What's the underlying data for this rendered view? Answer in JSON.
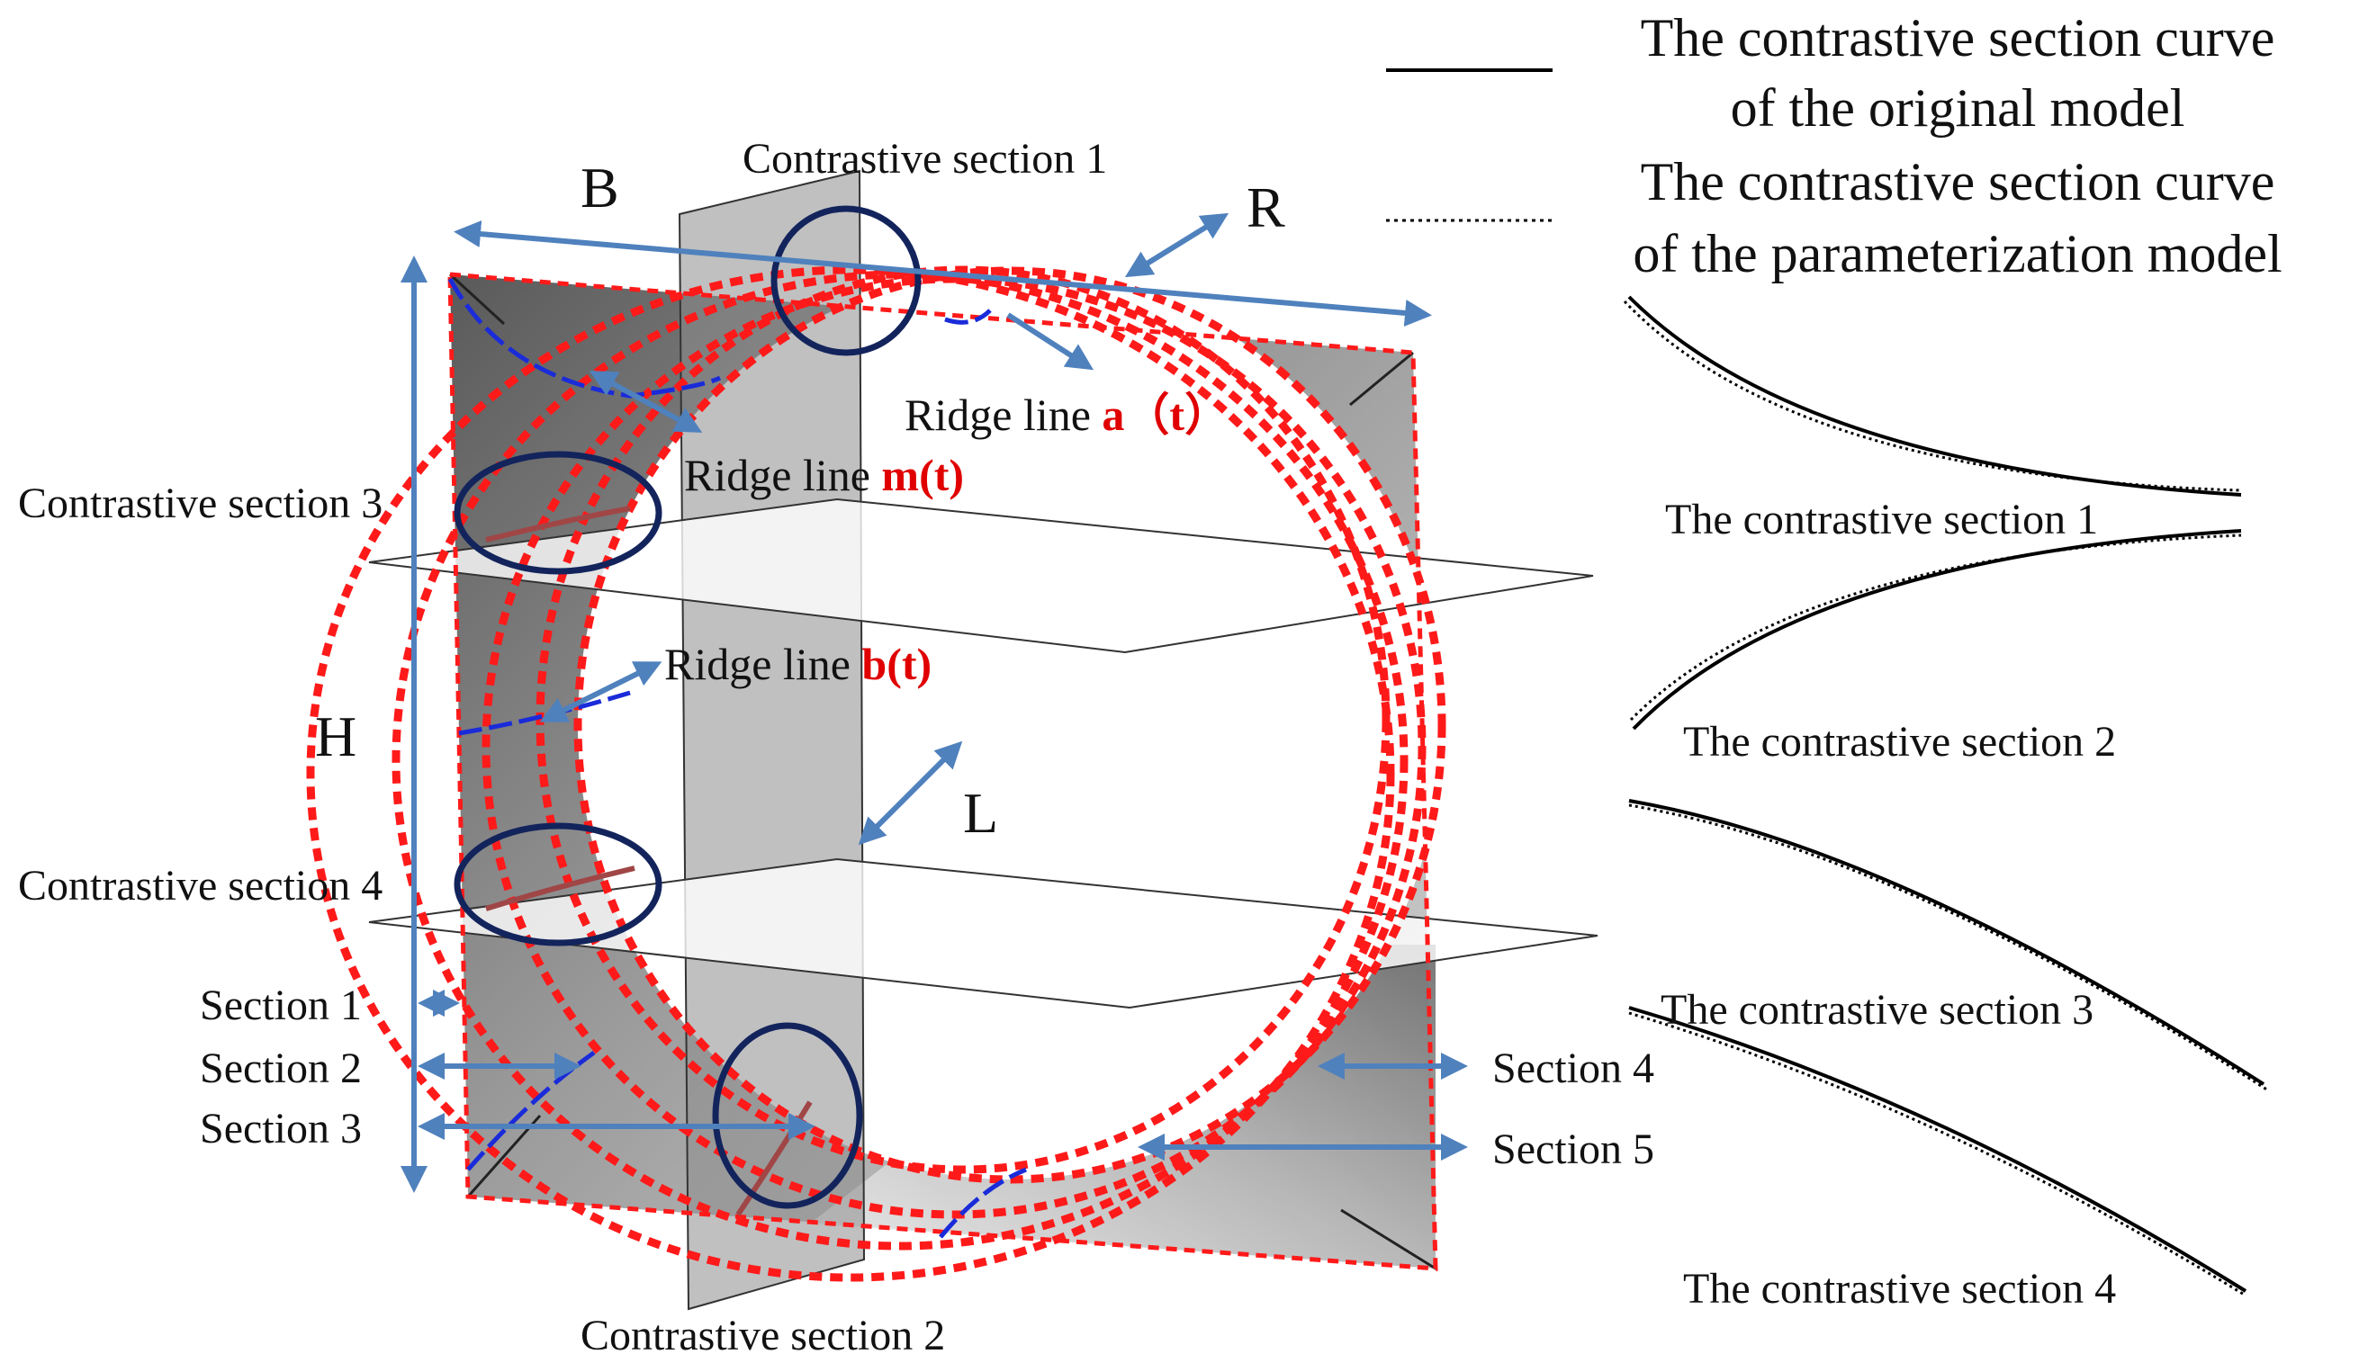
{
  "legend": {
    "solid_line_1": "The contrastive section curve",
    "solid_line_2": "of the original model",
    "dotted_line_1": "The contrastive section curve",
    "dotted_line_2": "of the  parameterization model"
  },
  "dimensions": {
    "b": "B",
    "r": "R",
    "h": "H",
    "l": "L"
  },
  "plane_labels": {
    "cs1": "Contrastive section 1",
    "cs2": "Contrastive section 2",
    "cs3": "Contrastive section 3",
    "cs4": "Contrastive section 4"
  },
  "ridges": {
    "a_prefix": "Ridge line ",
    "a_var": "a（t）",
    "m_prefix": "Ridge line ",
    "m_var": "m(t)",
    "b_prefix": "Ridge line ",
    "b_var": "b(t)"
  },
  "section_labels": {
    "s1": "Section 1",
    "s2": "Section 2",
    "s3": "Section 3",
    "s4": "Section 4",
    "s5": "Section 5"
  },
  "curve_labels": {
    "c1": "The contrastive section 1",
    "c2": "The contrastive section 2",
    "c3": "The contrastive section 3",
    "c4": "The contrastive section 4"
  },
  "colors": {
    "arrow": "#4f81bd",
    "dashed_red": "#ff1a1a",
    "ridge_blue": "#1a2bd9",
    "circle_marker": "#13245c"
  }
}
